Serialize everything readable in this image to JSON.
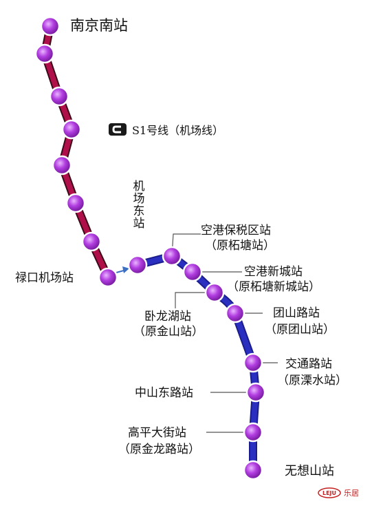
{
  "map": {
    "line_name": "S1号线（机场线）",
    "colors": {
      "old_segment": "#b0104a",
      "new_segment": "#2b2fc0",
      "station_fill": "#b23ee0",
      "station_outline": "#ffffff",
      "connector": "#3a6fc4"
    },
    "stations": {
      "nanjing_south": {
        "name": "南京南站"
      },
      "lukou_airport": {
        "name": "禄口机场站"
      },
      "airport_east": {
        "name": "机场东站"
      },
      "kg_bonded": {
        "name": "空港保税区站",
        "former": "（原柘塘站）"
      },
      "kg_newtown": {
        "name": "空港新城站",
        "former": "（原柘塘新城站）"
      },
      "wolonghu": {
        "name": "卧龙湖站",
        "former": "（原金山站）"
      },
      "tuanshan_rd": {
        "name": "团山路站",
        "former": "（原团山站）"
      },
      "jiaotong_rd": {
        "name": "交通路站",
        "former": "（原溧水站）"
      },
      "zhongshan_east": {
        "name": "中山东路站"
      },
      "gaoping_street": {
        "name": "高平大街站",
        "former": "（原金龙路站）"
      },
      "wuxiangshan": {
        "name": "无想山站"
      }
    },
    "watermark": {
      "logo_text": "LEJU",
      "label": "乐居"
    }
  }
}
